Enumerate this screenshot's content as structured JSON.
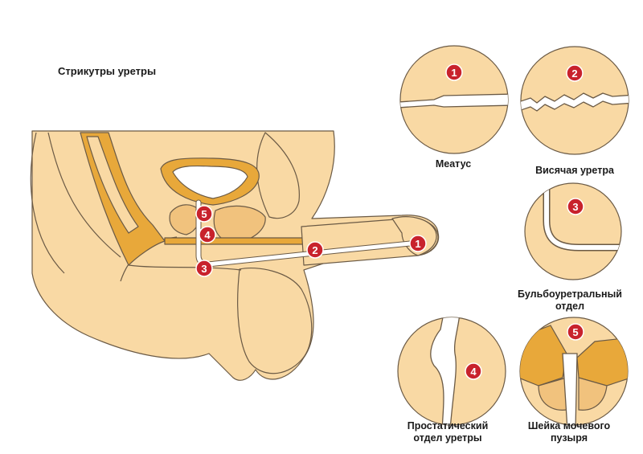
{
  "title": "Стрикутры уретры",
  "markers": [
    "1",
    "2",
    "3",
    "4",
    "5"
  ],
  "details": [
    {
      "number": "1",
      "label_lines": [
        "Меатус"
      ]
    },
    {
      "number": "2",
      "label_lines": [
        "Висячая уретра"
      ]
    },
    {
      "number": "3",
      "label_lines": [
        "Бульбоуретральный",
        "отдел"
      ]
    },
    {
      "number": "4",
      "label_lines": [
        "Простатический",
        "отдел уретры"
      ]
    },
    {
      "number": "5",
      "label_lines": [
        "Шейка мочевого",
        "пузыря"
      ]
    }
  ],
  "colors": {
    "skin": "#f9d9a4",
    "outline": "#6b5a45",
    "organ": "#e8a83a",
    "marker": "#c8222c",
    "channel": "#ffffff"
  }
}
